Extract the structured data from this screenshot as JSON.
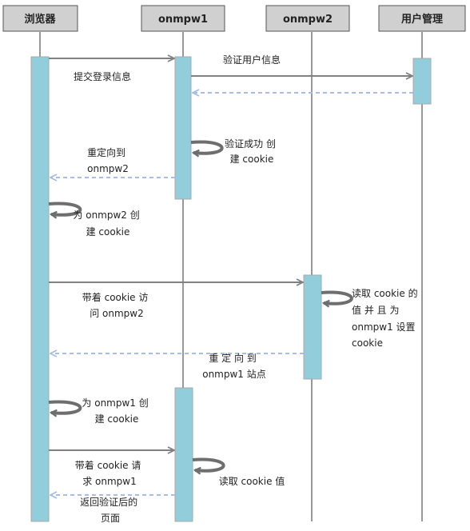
{
  "participants": [
    {
      "id": "browser",
      "label": "浏览器"
    },
    {
      "id": "onmpw1",
      "label": "onmpw1"
    },
    {
      "id": "onmpw2",
      "label": "onmpw2"
    },
    {
      "id": "usermgmt",
      "label": "用户管理"
    }
  ],
  "messages": {
    "m1": [
      "提交登录信息"
    ],
    "m2": [
      "验证用户信息"
    ],
    "m3": [
      "验证成功 创",
      "建 cookie"
    ],
    "m4": [
      "重定向到",
      "onmpw2"
    ],
    "m5": [
      "为 onmpw2 创",
      "建 cookie"
    ],
    "m6": [
      "带着 cookie 访",
      "问 onmpw2"
    ],
    "m7": [
      "读取 cookie 的",
      "值 并 且 为",
      "onmpw1 设置",
      "cookie"
    ],
    "m8": [
      "重 定 向 到",
      "onmpw1 站点"
    ],
    "m9": [
      "为 onmpw1 创",
      "建 cookie"
    ],
    "m10": [
      "带着 cookie 请",
      "求 onmpw1"
    ],
    "m11": [
      "读取 cookie 值"
    ],
    "m12": [
      "返回验证后的",
      "页面"
    ]
  }
}
